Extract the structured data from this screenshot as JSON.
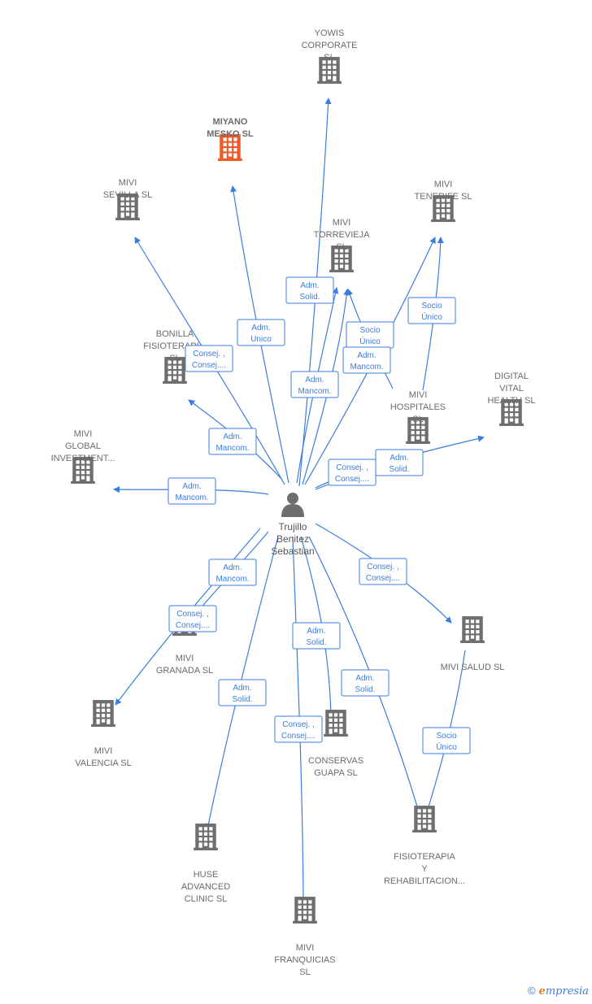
{
  "colors": {
    "edge": "#3b7ddd",
    "building": "#6e6e6e",
    "focus_building": "#f05a28",
    "person": "#6e6e6e"
  },
  "person": {
    "name_lines": [
      "Trujillo",
      "Benitez",
      "Sebastian"
    ]
  },
  "nodes": [
    {
      "id": "yowis",
      "lines": [
        "YOWIS",
        "CORPORATE",
        "SL"
      ]
    },
    {
      "id": "miyano",
      "lines": [
        "MIYANO",
        "MESKO  SL"
      ],
      "focus": true
    },
    {
      "id": "sevilla",
      "lines": [
        "MIVI",
        "SEVILLA  SL"
      ]
    },
    {
      "id": "torrevieja",
      "lines": [
        "MIVI",
        "TORREVIEJA",
        "SL"
      ]
    },
    {
      "id": "tenerife",
      "lines": [
        "MIVI",
        "TENERIFE  SL"
      ]
    },
    {
      "id": "bonilla",
      "lines": [
        "BONILLA",
        "FISIOTERAPI...",
        "SL"
      ]
    },
    {
      "id": "digital",
      "lines": [
        "DIGITAL",
        "VITAL",
        "HEALTH  SL"
      ]
    },
    {
      "id": "hospitales",
      "lines": [
        "MIVI",
        "HOSPITALES",
        "SL"
      ]
    },
    {
      "id": "global",
      "lines": [
        "MIVI",
        "GLOBAL",
        "INVESTMENT..."
      ]
    },
    {
      "id": "granada",
      "lines": [
        "MIVI",
        "GRANADA  SL"
      ]
    },
    {
      "id": "salud",
      "lines": [
        "MIVI SALUD  SL"
      ]
    },
    {
      "id": "valencia",
      "lines": [
        "MIVI",
        "VALENCIA  SL"
      ]
    },
    {
      "id": "conservas",
      "lines": [
        "CONSERVAS",
        "GUAPA  SL"
      ]
    },
    {
      "id": "fisioterapia",
      "lines": [
        "FISIOTERAPIA",
        "Y",
        "REHABILITACION..."
      ]
    },
    {
      "id": "huse",
      "lines": [
        "HUSE",
        "ADVANCED",
        "CLINIC  SL"
      ]
    },
    {
      "id": "franquicias",
      "lines": [
        "MIVI",
        "FRANQUICIAS",
        "SL"
      ]
    }
  ],
  "edge_labels": [
    {
      "id": "l_torrevieja_solid",
      "lines": [
        "Adm.",
        "Solid."
      ]
    },
    {
      "id": "l_miyano",
      "lines": [
        "Adm.",
        "Unico"
      ]
    },
    {
      "id": "l_bonilla_consej",
      "lines": [
        "Consej. ,",
        "Consej...."
      ]
    },
    {
      "id": "l_torrevieja_mancom",
      "lines": [
        "Adm.",
        "Mancom."
      ]
    },
    {
      "id": "l_hosp_socio",
      "lines": [
        "Socio",
        "Único"
      ]
    },
    {
      "id": "l_mancom2",
      "lines": [
        "Adm.",
        "Mancom."
      ]
    },
    {
      "id": "l_tenerife_socio",
      "lines": [
        "Socio",
        "Único"
      ]
    },
    {
      "id": "l_bonilla_mancom",
      "lines": [
        "Adm.",
        "Mancom."
      ]
    },
    {
      "id": "l_global",
      "lines": [
        "Adm.",
        "Mancom."
      ]
    },
    {
      "id": "l_hosp_consej",
      "lines": [
        "Consej. ,",
        "Consej...."
      ]
    },
    {
      "id": "l_hosp_solid",
      "lines": [
        "Adm.",
        "Solid."
      ]
    },
    {
      "id": "l_granada_mancom",
      "lines": [
        "Adm.",
        "Mancom."
      ]
    },
    {
      "id": "l_salud_consej",
      "lines": [
        "Consej. ,",
        "Consej...."
      ]
    },
    {
      "id": "l_valencia_consej",
      "lines": [
        "Consej. ,",
        "Consej...."
      ]
    },
    {
      "id": "l_conservas",
      "lines": [
        "Adm.",
        "Solid."
      ]
    },
    {
      "id": "l_fisio",
      "lines": [
        "Adm.",
        "Solid."
      ]
    },
    {
      "id": "l_huse",
      "lines": [
        "Adm.",
        "Solid."
      ]
    },
    {
      "id": "l_franq",
      "lines": [
        "Consej. ,",
        "Consej...."
      ]
    },
    {
      "id": "l_salud_socio",
      "lines": [
        "Socio",
        "Único"
      ]
    }
  ],
  "brand": {
    "copyright": "©",
    "e": "e",
    "rest": "mpresia"
  }
}
